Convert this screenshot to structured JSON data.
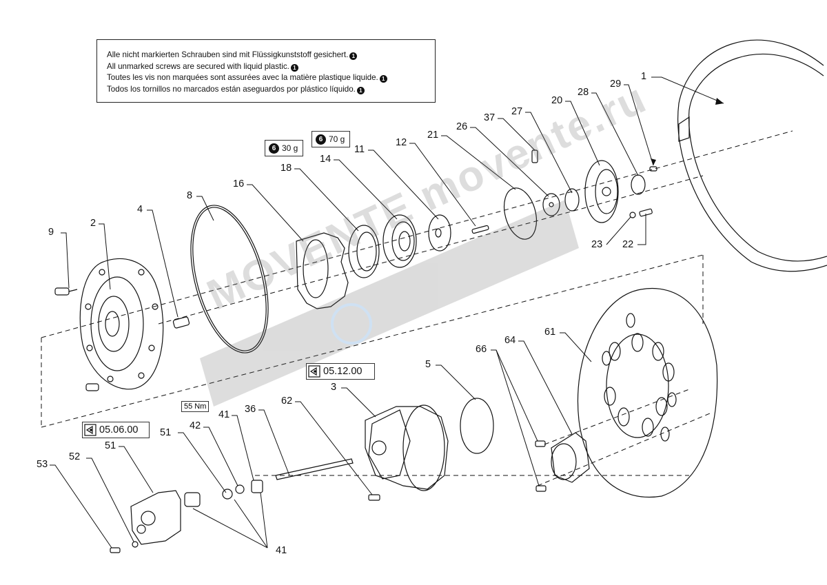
{
  "note": {
    "lines": [
      "Alle nicht markierten Schrauben sind mit Flüssigkunststoff gesichert.",
      "All unmarked screws are secured with liquid plastic.",
      "Toutes les vis non marquées sont assurées avec la matière plastique liquide.",
      "Todos los tornillos no marcados están aseguardos por plástico líquido."
    ],
    "bullet_symbol": "1"
  },
  "tags": {
    "lub1": {
      "symbol": "6",
      "text": "30 g"
    },
    "lub2": {
      "symbol": "6",
      "text": "70 g"
    },
    "ref1": "05.12.00",
    "ref2": "05.06.00",
    "torque": "55 Nm"
  },
  "watermark": "MOVENTE movente.ru",
  "parts": [
    {
      "label": "1"
    },
    {
      "label": "29"
    },
    {
      "label": "28"
    },
    {
      "label": "20"
    },
    {
      "label": "27"
    },
    {
      "label": "37"
    },
    {
      "label": "26"
    },
    {
      "label": "21"
    },
    {
      "label": "12"
    },
    {
      "label": "11"
    },
    {
      "label": "14"
    },
    {
      "label": "18"
    },
    {
      "label": "16"
    },
    {
      "label": "8"
    },
    {
      "label": "4"
    },
    {
      "label": "2"
    },
    {
      "label": "9"
    },
    {
      "label": "23"
    },
    {
      "label": "22"
    },
    {
      "label": "61"
    },
    {
      "label": "64"
    },
    {
      "label": "66"
    },
    {
      "label": "5"
    },
    {
      "label": "3"
    },
    {
      "label": "62"
    },
    {
      "label": "36"
    },
    {
      "label": "41"
    },
    {
      "label": "42"
    },
    {
      "label": "51"
    },
    {
      "label": "51"
    },
    {
      "label": "52"
    },
    {
      "label": "53"
    },
    {
      "label": "41"
    }
  ]
}
